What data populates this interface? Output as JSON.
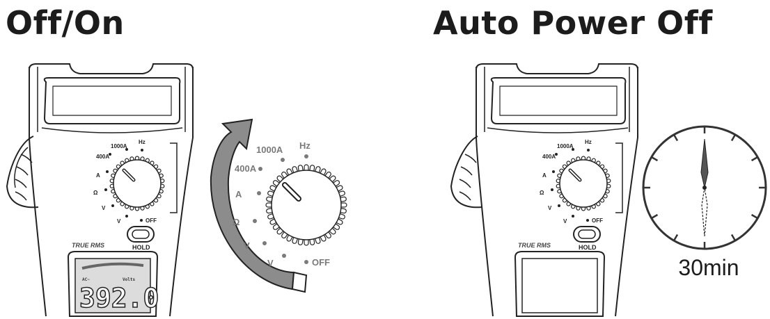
{
  "headings": {
    "left": "Off/On",
    "right": "Auto Power Off"
  },
  "dial_labels": [
    "1000A",
    "Hz",
    "400A",
    "A",
    "Ω",
    "V",
    "V",
    "OFF"
  ],
  "hold_label": "HOLD",
  "true_rms_label": "TRUE RMS",
  "lcd": {
    "reading": "392.0",
    "left_tag": "AC~",
    "right_tag": "Volts"
  },
  "timer_label": "30min",
  "colors": {
    "ink": "#1c1c1c",
    "arrow_fill": "#8c8c8c",
    "label_grey": "#7a7a7a"
  }
}
